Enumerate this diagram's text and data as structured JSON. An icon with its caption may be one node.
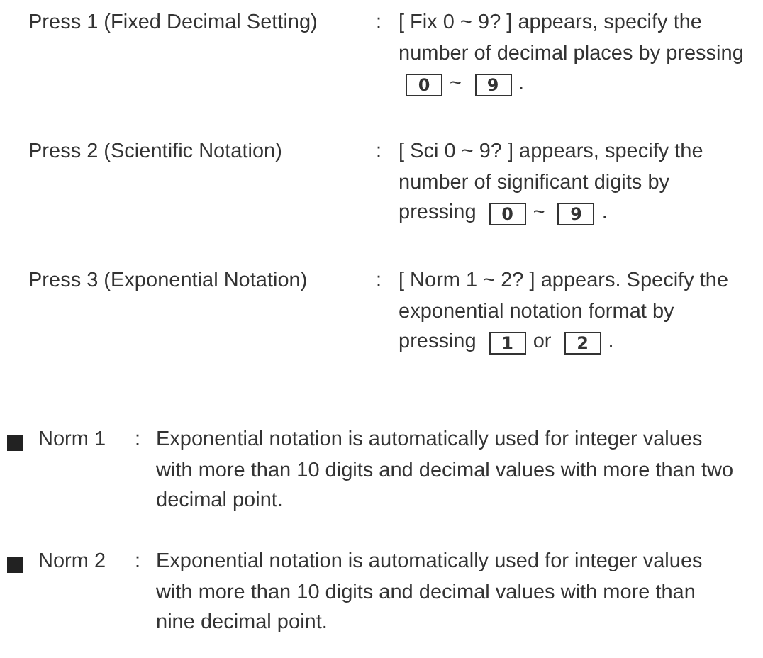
{
  "diagram": {
    "nodes": [
      {
        "text": [
          "0"
        ]
      },
      {
        "text": [
          "9"
        ]
      },
      {
        "text": [
          "0"
        ]
      },
      {
        "text": [
          "9"
        ]
      },
      {
        "text": [
          "1"
        ]
      },
      {
        "text": [
          "2"
        ]
      }
    ],
    "labels": [
      "Press 1 (Fixed Decimal Setting)",
      ":",
      "[ Fix 0 ~ 9? ] appears, specify the number of decimal places by pressing",
      "~",
      ".",
      "Press 2 (Scientific Notation)",
      ":",
      "[ Sci 0 ~ 9? ] appears, specify the number of significant digits by pressing",
      "~",
      ".",
      "Press 3 (Exponential Notation)",
      ":",
      "[ Norm 1 ~ 2? ] appears. Specify the exponential notation format by pressing",
      "or",
      ".",
      "Norm 1",
      ":",
      "Exponential notation is automatically used for integer values with more than 10 digits and decimal values with more than two decimal point.",
      "Norm 2",
      ":",
      "Exponential notation is automatically used for integer values with more than 10 digits and decimal values with more than nine decimal point."
    ]
  }
}
